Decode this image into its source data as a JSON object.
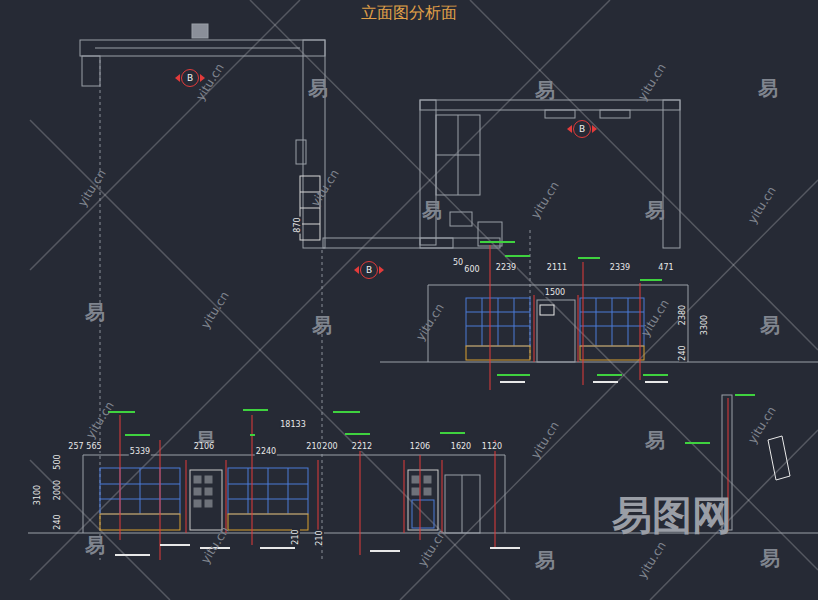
{
  "diagram": {
    "title": "立面图分析面",
    "nodes": [
      {
        "text": [
          "B"
        ]
      },
      {
        "text": [
          "B"
        ]
      },
      {
        "text": [
          "B"
        ]
      }
    ],
    "labels": [
      "yitu.cn",
      "yitu.cn",
      "yitu.cn",
      "yitu.cn",
      "yitu.cn",
      "yitu.cn",
      "yitu.cn",
      "yitu.cn",
      "yitu.cn",
      "yitu.cn",
      "yitu.cn",
      "yitu.cn",
      "yitu.cn",
      "yitu.cn",
      "yitu.cn",
      "易",
      "易",
      "易",
      "易",
      "易",
      "易",
      "易",
      "易",
      "易",
      "易",
      "易",
      "易",
      "易",
      "易图网",
      "50",
      "600",
      "2239",
      "2111",
      "2339",
      "471",
      "1500",
      "2380",
      "3300",
      "240",
      "870",
      "18133",
      "257",
      "565",
      "5339",
      "2106",
      "2240",
      "210",
      "200",
      "2212",
      "1206",
      "1620",
      "1120",
      "3100",
      "500",
      "2000",
      "240",
      "210",
      "210"
    ]
  }
}
